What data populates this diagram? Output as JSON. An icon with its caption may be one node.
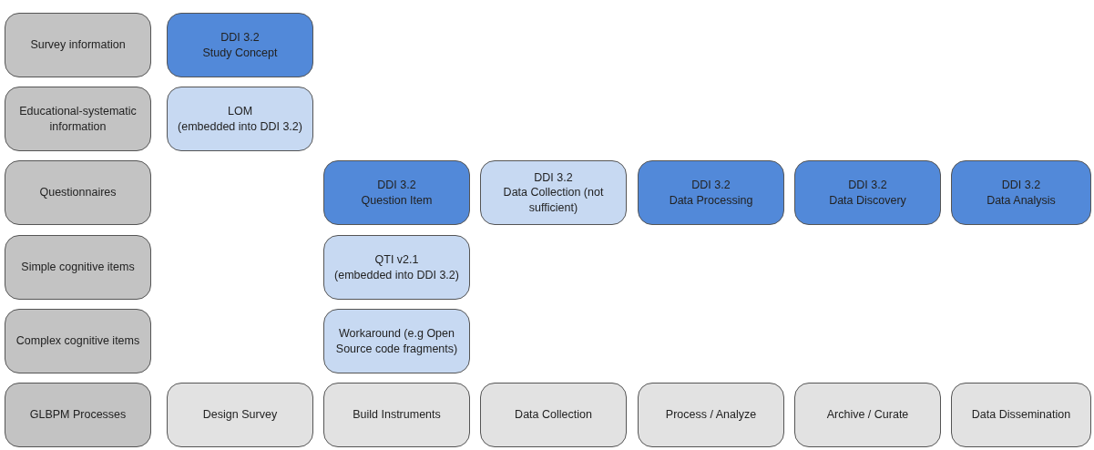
{
  "diagram": {
    "nodes": [
      {
        "text": [
          "Survey information"
        ]
      },
      {
        "text": [
          "DDI 3.2",
          "Study Concept"
        ]
      },
      {
        "text": [
          "Educational-systematic information"
        ]
      },
      {
        "text": [
          "LOM",
          "(embedded into DDI 3.2)"
        ]
      },
      {
        "text": [
          "Questionnaires"
        ]
      },
      {
        "text": [
          "DDI 3.2",
          "Question Item"
        ]
      },
      {
        "text": [
          "DDI 3.2",
          "Data Collection (not sufficient)"
        ]
      },
      {
        "text": [
          "DDI 3.2",
          "Data Processing"
        ]
      },
      {
        "text": [
          "DDI 3.2",
          "Data Discovery"
        ]
      },
      {
        "text": [
          "DDI 3.2",
          "Data Analysis"
        ]
      },
      {
        "text": [
          "Simple cognitive items"
        ]
      },
      {
        "text": [
          "QTI v2.1",
          "(embedded into DDI 3.2)"
        ]
      },
      {
        "text": [
          "Complex cognitive items"
        ]
      },
      {
        "text": [
          "Workaround (e.g Open Source code fragments)"
        ]
      },
      {
        "text": [
          "GLBPM Processes"
        ]
      },
      {
        "text": [
          "Design Survey"
        ]
      },
      {
        "text": [
          "Build Instruments"
        ]
      },
      {
        "text": [
          "Data Collection"
        ]
      },
      {
        "text": [
          "Process / Analyze"
        ]
      },
      {
        "text": [
          "Archive / Curate"
        ]
      },
      {
        "text": [
          "Data Dissemination"
        ]
      }
    ],
    "edges": []
  }
}
